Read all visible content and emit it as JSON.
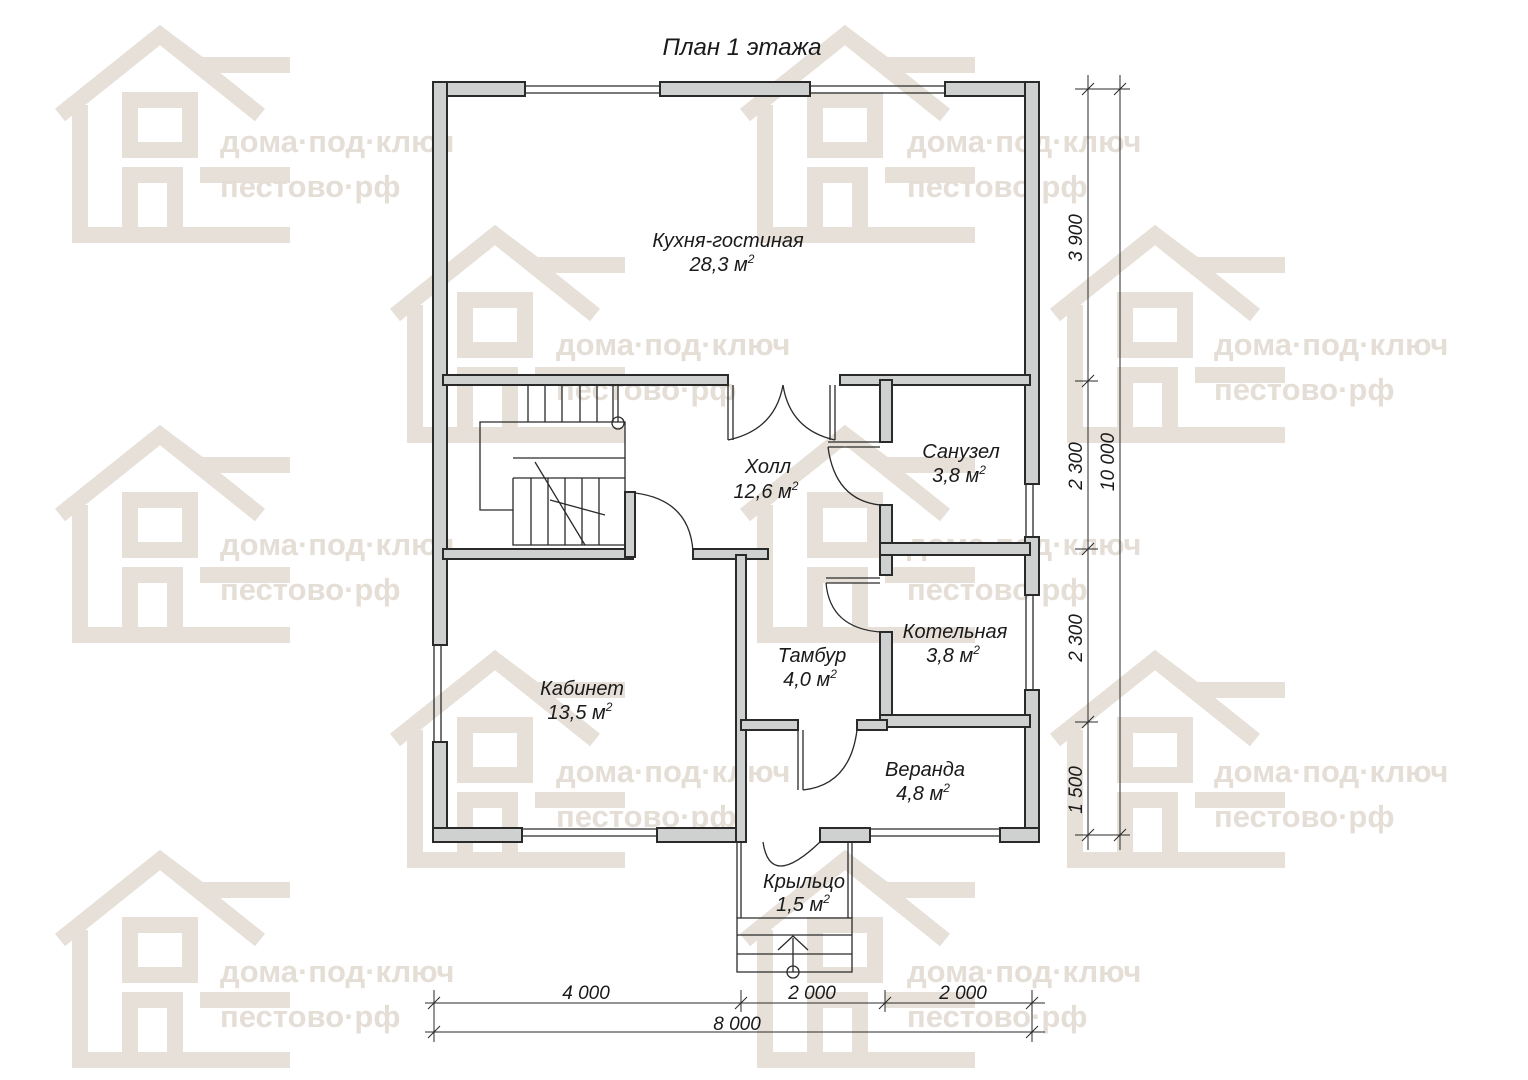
{
  "title": "План 1 этажа",
  "watermark": {
    "line1": "дома·под·ключ",
    "line2": "пестово·рф",
    "color": "#e4ded6"
  },
  "rooms": [
    {
      "id": "kitchen",
      "name": "Кухня-гостиная",
      "area": "28,3 м"
    },
    {
      "id": "hall",
      "name": "Холл",
      "area": "12,6 м"
    },
    {
      "id": "bathroom",
      "name": "Санузел",
      "area": "3,8 м"
    },
    {
      "id": "boiler",
      "name": "Котельная",
      "area": "3,8 м"
    },
    {
      "id": "vestibule",
      "name": "Тамбур",
      "area": "4,0 м"
    },
    {
      "id": "office",
      "name": "Кабинет",
      "area": "13,5 м"
    },
    {
      "id": "veranda",
      "name": "Веранда",
      "area": "4,8 м"
    },
    {
      "id": "porch",
      "name": "Крыльцо",
      "area": "1,5 м"
    }
  ],
  "area_unit_exponent": "2",
  "dimensions": {
    "bottom": [
      "4 000",
      "2 000",
      "2 000"
    ],
    "bottom_total": "8 000",
    "right": [
      "3 900",
      "2 300",
      "2 300",
      "1 500"
    ],
    "right_total": "10 000"
  },
  "colors": {
    "wall_fill": "#cfd0d0",
    "line": "#2a2a2a"
  }
}
